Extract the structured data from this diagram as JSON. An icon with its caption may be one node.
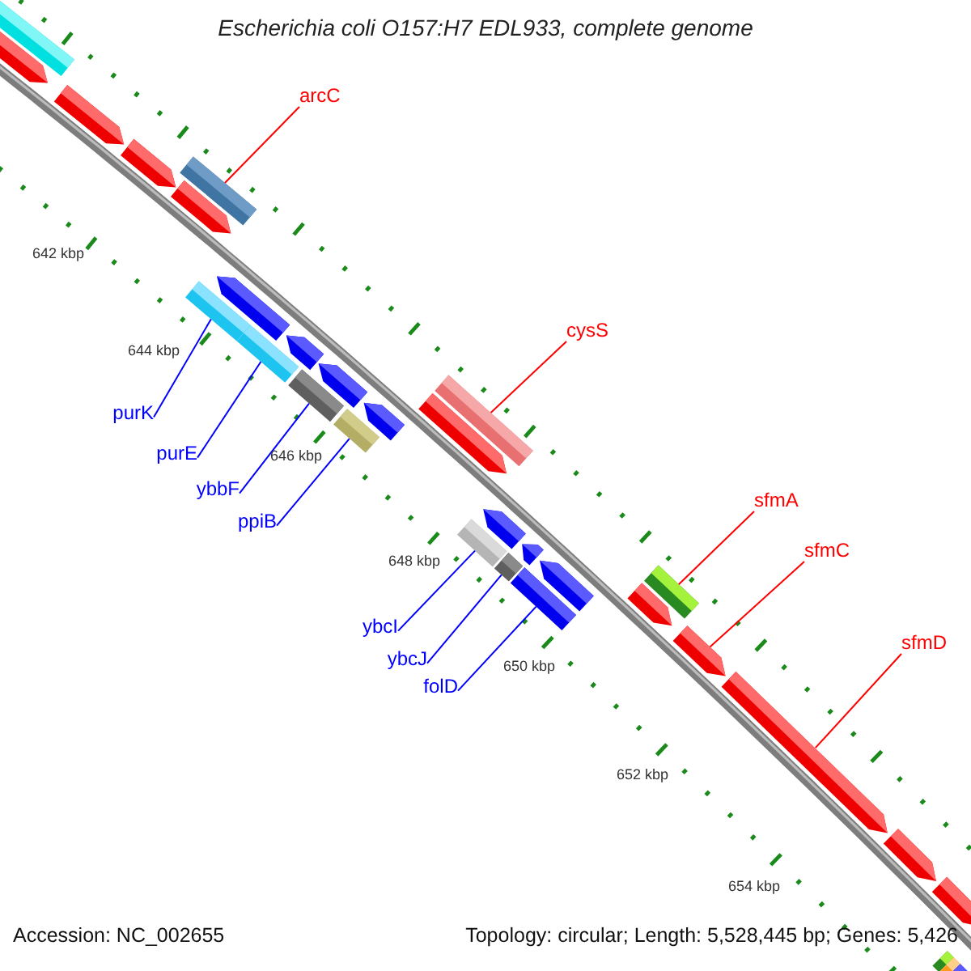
{
  "diagram": {
    "title": "Escherichia coli O157:H7 EDL933, complete genome",
    "nodes": [
      {
        "text": [
          "arcC"
        ]
      },
      {
        "text": [],
        "shape": "bar"
      },
      {
        "text": [
          "cysS"
        ]
      },
      {
        "text": [],
        "shape": "bar"
      },
      {
        "text": [
          "purK"
        ]
      },
      {
        "text": [],
        "shape": "bar"
      },
      {
        "text": [
          "purE"
        ]
      },
      {
        "text": [],
        "shape": "bar"
      },
      {
        "text": [
          "ybbF"
        ]
      },
      {
        "text": [],
        "shape": "bar"
      },
      {
        "text": [
          "ppiB"
        ]
      },
      {
        "text": [],
        "shape": "bar"
      },
      {
        "text": [
          "sfmA"
        ]
      },
      {
        "text": [],
        "shape": "bar"
      },
      {
        "text": [
          "ybcI"
        ]
      },
      {
        "text": [],
        "shape": "bar"
      },
      {
        "text": [
          "sfmC"
        ]
      },
      {
        "text": [],
        "shape": "arrow"
      },
      {
        "text": [
          "ybcJ"
        ]
      },
      {
        "text": [],
        "shape": "bar"
      },
      {
        "text": [
          "folD"
        ]
      },
      {
        "text": [],
        "shape": "bar"
      },
      {
        "text": [
          "sfmD"
        ]
      },
      {
        "text": [],
        "shape": "arrow"
      },
      {
        "text": [],
        "shape": "bar"
      },
      {
        "text": [],
        "shape": "arrow"
      },
      {
        "text": [],
        "shape": "arrow"
      },
      {
        "text": [],
        "shape": "arrow"
      },
      {
        "text": [],
        "shape": "arrow"
      },
      {
        "text": [],
        "shape": "arrow"
      },
      {
        "text": [],
        "shape": "arrow"
      },
      {
        "text": [],
        "shape": "arrow"
      },
      {
        "text": [],
        "shape": "arrow"
      },
      {
        "text": [],
        "shape": "arrow"
      },
      {
        "text": [],
        "shape": "arrow"
      },
      {
        "text": [],
        "shape": "arrow"
      },
      {
        "text": [],
        "shape": "arrow"
      },
      {
        "text": [],
        "shape": "arrow"
      },
      {
        "text": [],
        "shape": "arrow"
      },
      {
        "text": [],
        "shape": "arrow"
      },
      {
        "text": [],
        "shape": "bar"
      },
      {
        "text": [],
        "shape": "bar"
      },
      {
        "text": [],
        "shape": "bar"
      }
    ],
    "edges": [
      {
        "from": 0,
        "to": 1,
        "arrow": "none",
        "color": "#ff0000"
      },
      {
        "from": 2,
        "to": 3,
        "arrow": "none",
        "color": "#ff0000"
      },
      {
        "from": 4,
        "to": 5,
        "arrow": "none"
      },
      {
        "from": 6,
        "to": 7,
        "arrow": "none"
      },
      {
        "from": 8,
        "to": 9,
        "arrow": "none"
      },
      {
        "from": 10,
        "to": 11,
        "arrow": "none"
      },
      {
        "from": 12,
        "to": 13,
        "arrow": "none",
        "color": "#ff0000"
      },
      {
        "from": 14,
        "to": 15,
        "arrow": "none"
      },
      {
        "from": 16,
        "to": 17,
        "arrow": "none",
        "color": "#ff0000"
      },
      {
        "from": 18,
        "to": 19,
        "arrow": "none"
      },
      {
        "from": 20,
        "to": 21,
        "arrow": "none"
      },
      {
        "from": 22,
        "to": 23,
        "arrow": "none",
        "color": "#ff0000"
      }
    ],
    "labels": [
      "642 kbp",
      "644 kbp",
      "646 kbp",
      "648 kbp",
      "650 kbp",
      "652 kbp",
      "654 kbp",
      "Accession: NC_002655",
      "Topology: circular; Length: 5,528,445 bp; Genes: 5,426"
    ]
  }
}
